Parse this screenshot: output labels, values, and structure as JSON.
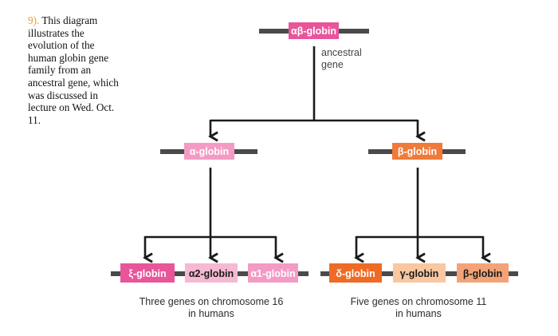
{
  "caption": {
    "number": "9).",
    "text": "This diagram illustrates the evolution of the human globin gene family from an ancestral gene, which was discussed in lecture on Wed. Oct. 11."
  },
  "ancestral": {
    "label": "αβ-globin",
    "note_line1": "ancestral",
    "note_line2": "gene",
    "color": "#e8559a"
  },
  "alpha": {
    "label": "α-globin",
    "color": "#f39bc4"
  },
  "beta": {
    "label": "β-globin",
    "color": "#ef7a3a"
  },
  "alpha_family": {
    "genes": [
      {
        "label": "ξ-globin",
        "color": "#e8559a"
      },
      {
        "label": "α2-globin",
        "color": "#f6b8d3"
      },
      {
        "label": "α1-globin",
        "color": "#f39bc4"
      }
    ],
    "chromosome_line1": "Three genes on chromosome 16",
    "chromosome_line2": "in humans"
  },
  "beta_family": {
    "genes": [
      {
        "label": "δ-globin",
        "color": "#ef6b25"
      },
      {
        "label": "γ-globin",
        "color": "#f9c7a0"
      },
      {
        "label": "β-globin",
        "color": "#f3a377"
      }
    ],
    "chromosome_line1": "Five genes on chromosome 11",
    "chromosome_line2": "in humans"
  }
}
